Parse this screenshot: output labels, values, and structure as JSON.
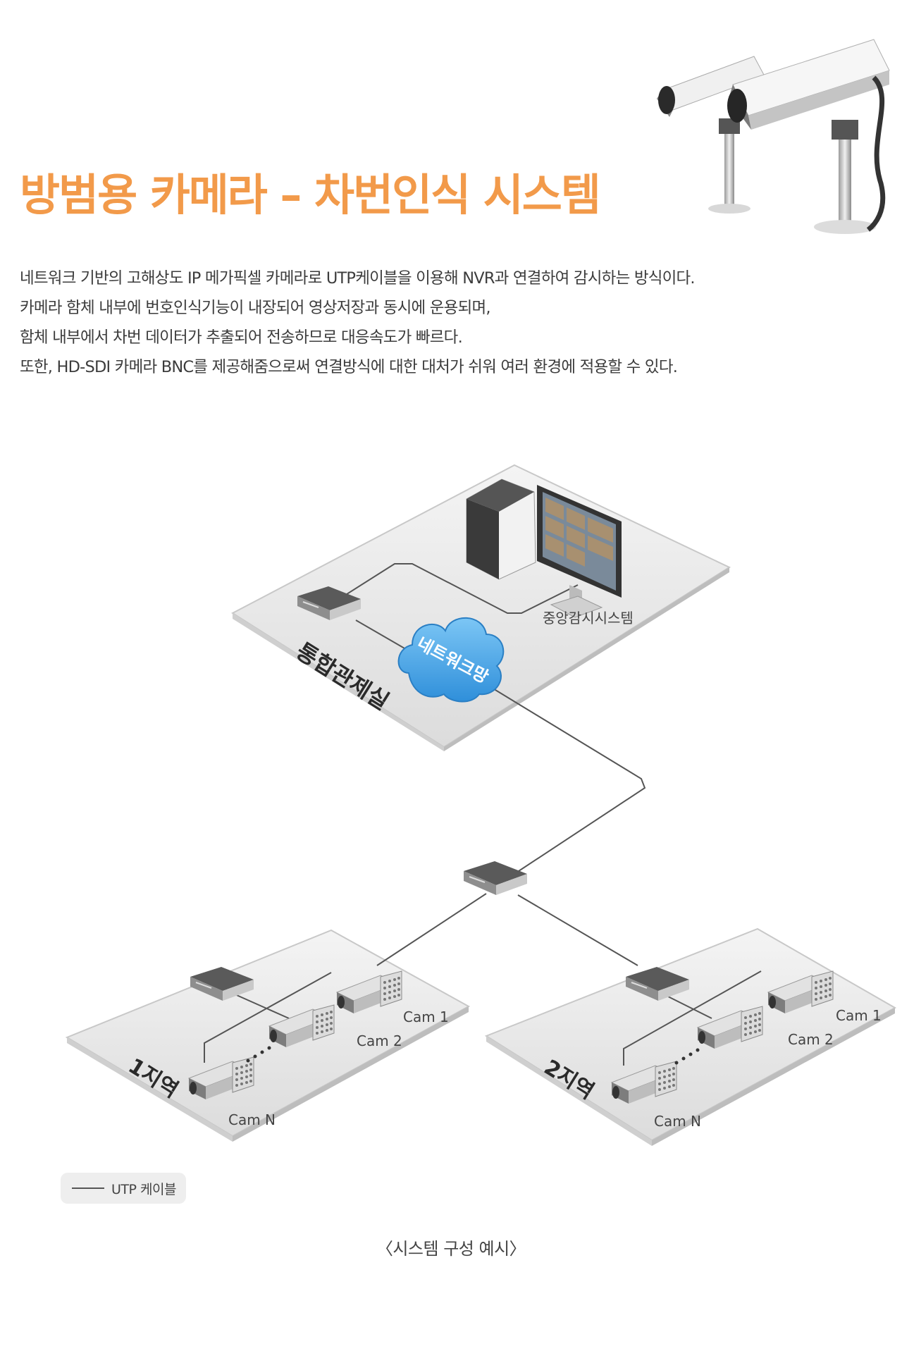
{
  "title": "방범용 카메라 – 차번인식 시스템",
  "description": [
    "네트워크 기반의 고해상도 IP 메가픽셀 카메라로 UTP케이블을 이용해 NVR과 연결하여 감시하는 방식이다.",
    "카메라 함체 내부에 번호인식기능이 내장되어 영상저장과 동시에 운용되며,",
    "함체 내부에서 차번 데이터가 추출되어 전송하므로 대응속도가 빠르다.",
    "또한, HD-SDI 카메라 BNC를 제공해줌으로써 연결방식에 대한 대처가 쉬워 여러 환경에 적용할 수 있다."
  ],
  "diagram": {
    "control_room": {
      "label": "통합관제실",
      "monitor_label": "중앙감시시스템",
      "network_label": "네트워크망"
    },
    "region1": {
      "label": "1지역",
      "cams": [
        "Cam 1",
        "Cam 2",
        "Cam N"
      ]
    },
    "region2": {
      "label": "2지역",
      "cams": [
        "Cam 1",
        "Cam 2",
        "Cam N"
      ]
    }
  },
  "legend": {
    "line_label": "UTP 케이블"
  },
  "caption": "〈시스템 구성 예시〉",
  "colors": {
    "title": "#f29a4a",
    "cloud": "#3f9fe0",
    "platform": "#e9e9e9"
  }
}
